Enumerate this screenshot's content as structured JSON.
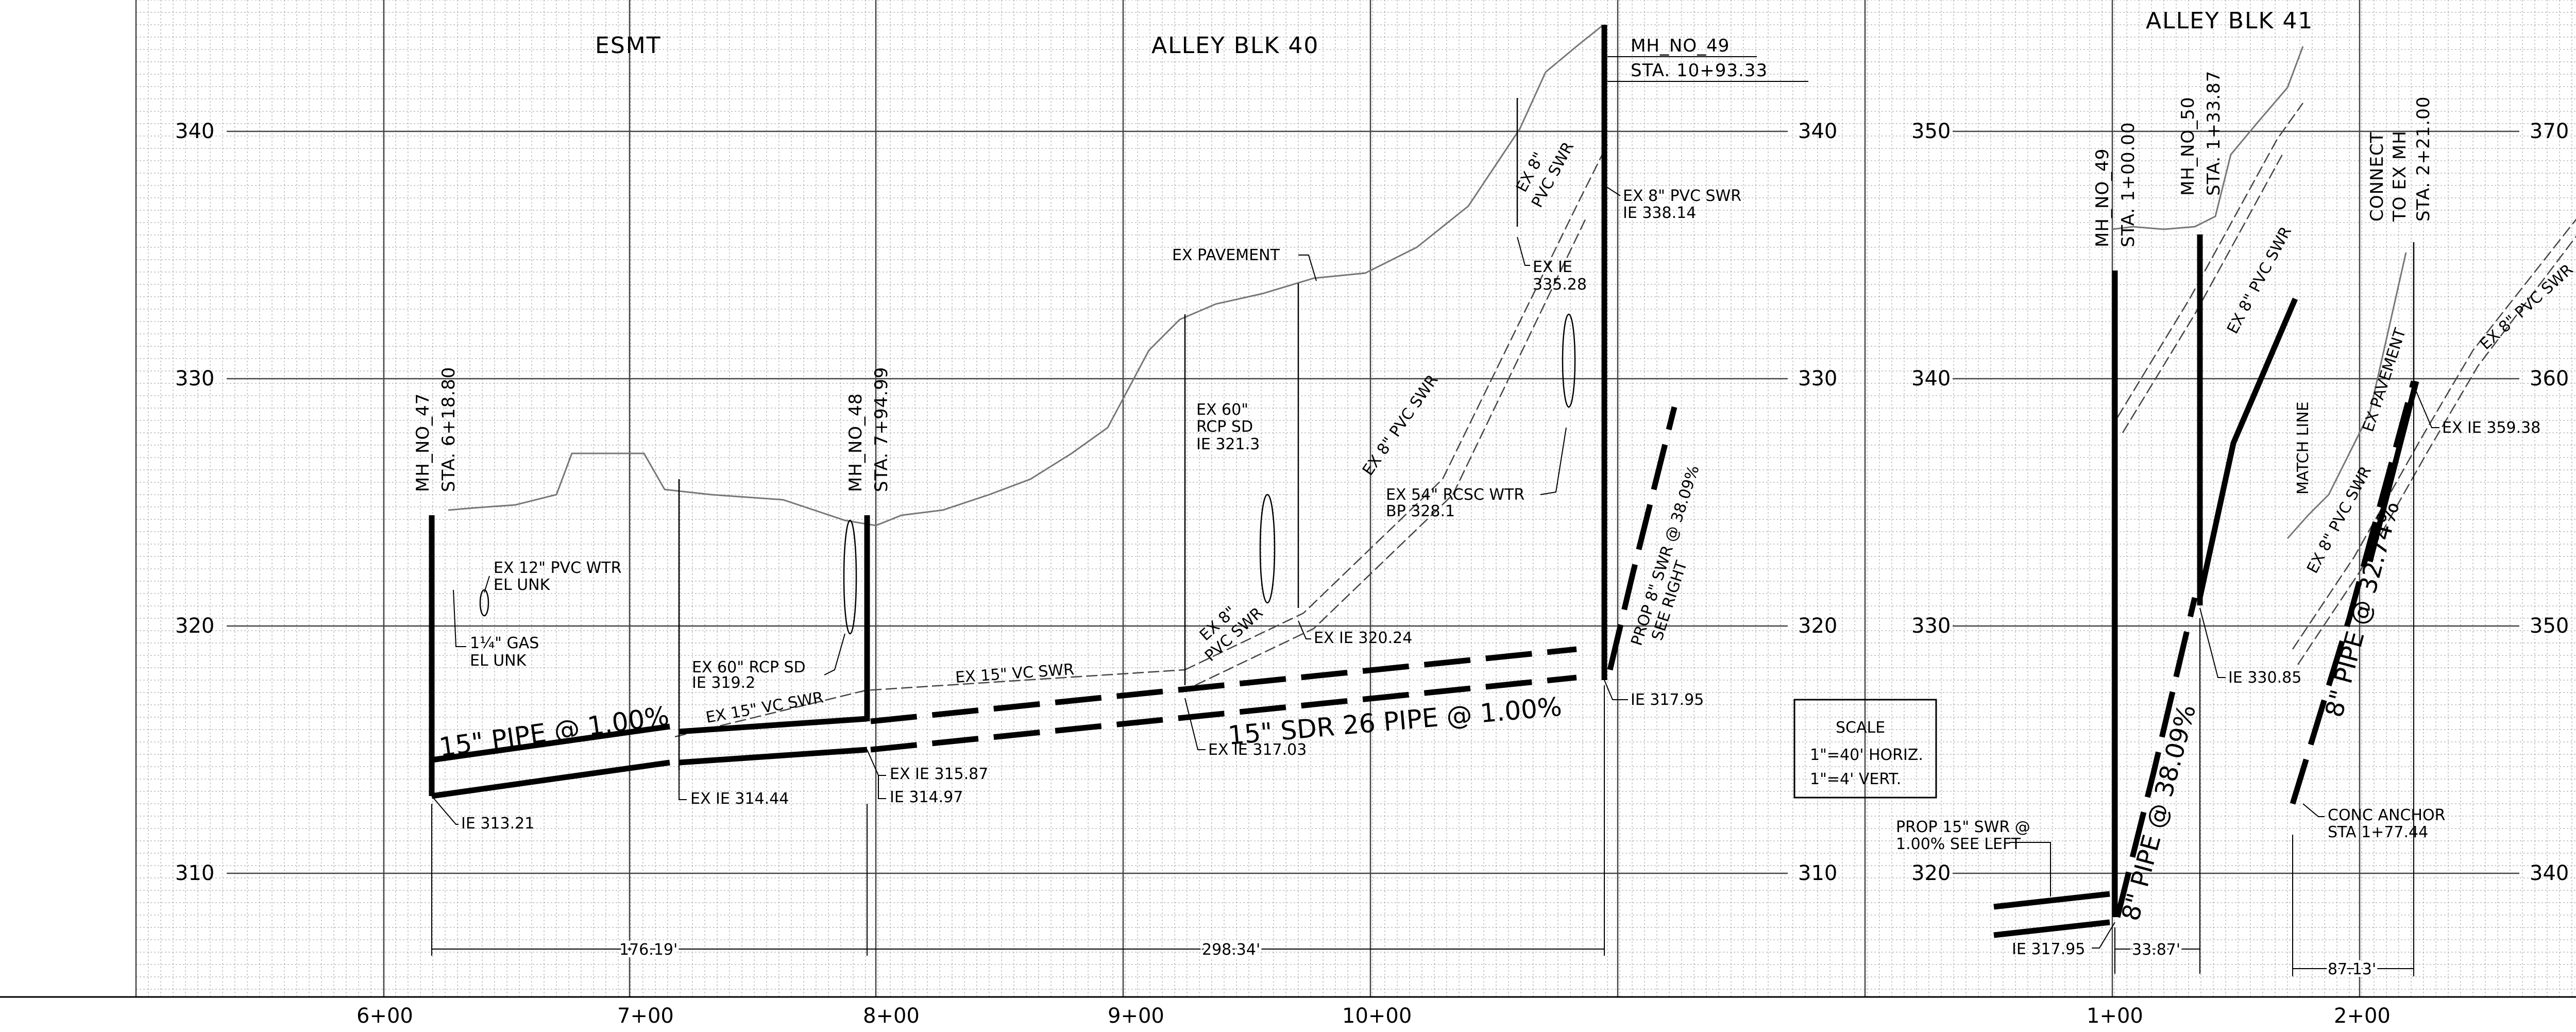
{
  "colors": {
    "background": "#ffffff",
    "linework": "#000000",
    "grid": "#9a9a9a"
  },
  "headers": {
    "esmt": "ESMT",
    "alley_40": "ALLEY BLK 40",
    "alley_41": "ALLEY BLK 41"
  },
  "left_elevations": [
    "340",
    "330",
    "320",
    "310"
  ],
  "mid_elevations_left": [
    "340",
    "330",
    "320",
    "310"
  ],
  "mid_elevations_right": [
    "350",
    "340",
    "330",
    "320"
  ],
  "right_elevations": [
    "370",
    "360",
    "350",
    "340"
  ],
  "stations": [
    "6+00",
    "7+00",
    "8+00",
    "9+00",
    "10+00",
    "1+00",
    "2+00"
  ],
  "manholes": {
    "mh47": {
      "name": "MH_NO_47",
      "sta": "STA. 6+18.80"
    },
    "mh48": {
      "name": "MH_NO_48",
      "sta": "STA. 7+94.99"
    },
    "mh49": {
      "name": "MH_NO_49",
      "sta": "STA. 10+93.33"
    },
    "mh49b": {
      "name": "MH_NO_49",
      "sta": "STA. 1+00.00"
    },
    "mh50": {
      "name": "MH_NO_50",
      "sta": "STA. 1+33.87"
    },
    "connect": {
      "line1": "CONNECT",
      "line2": "TO EX MH",
      "sta": "STA. 2+21.00"
    }
  },
  "labels": {
    "ex_12_pvc_1": "EX 12\" PVC WTR",
    "ex_12_pvc_2": "EL UNK",
    "gas_1": "1¼\" GAS",
    "gas_2": "EL UNK",
    "ex60_left_1": "EX 60\" RCP SD",
    "ex60_left_2": "IE 319.2",
    "ex15_vc_1": "EX 15\" VC SWR",
    "ex15_vc_2": "EX 15\" VC SWR",
    "pipe15_label": "15\" PIPE @ 1.00%",
    "sdr_label": "15\" SDR 26 PIPE @ 1.00%",
    "ie_31321": "IE 313.21",
    "ie_31444": "EX IE 314.44",
    "ie_31587": "EX IE 315.87",
    "ie_31497": "IE 314.97",
    "ie_31703": "EX IE 317.03",
    "ie_32024": "EX IE 320.24",
    "ie_31795": "IE 317.95",
    "ex_pavement": "EX PAVEMENT",
    "ex60_mid_1": "EX 60\"",
    "ex60_mid_2": "RCP SD",
    "ex60_mid_3": "IE 321.3",
    "ex8_pvc_a": "EX 8\"",
    "ex8_pvc_b": "PVC SWR",
    "ex8_pvc_long": "EX 8\" PVC SWR",
    "ex54_1": "EX 54\" RCSC WTR",
    "ex54_2": "BP 328.1",
    "ex8_top_1": "EX 8\"",
    "ex8_top_2": "PVC SWR",
    "ex8_right_1": "EX 8\" PVC SWR",
    "ex8_right_2": "IE 338.14",
    "ex_ie_1": "EX IE",
    "ex_ie_2": "335.28",
    "prop8_1": "PROP 8\" SWR @ 38.09%",
    "prop8_2": "SEE RIGHT",
    "scale_title": "SCALE",
    "scale_h": "1\"=40' HORIZ.",
    "scale_v": "1\"=4' VERT.",
    "prop15_1": "PROP 15\" SWR @",
    "prop15_2": "1.00% SEE LEFT",
    "ie_31795b": "IE 317.95",
    "pipe8_3809": "8\" PIPE @ 38.09%",
    "ie_33085": "IE 330.85",
    "match_line": "MATCH LINE",
    "ex_pavement_2": "EX PAVEMENT",
    "ex8_r1": "EX 8\" PVC SWR",
    "ex8_r2": "EX 8\" PVC SWR",
    "ex8_r3": "EX 8\" PVC SWR",
    "pipe8_3274": "8\" PIPE @ 32.74%",
    "ex_ie_35938": "EX IE 359.38",
    "conc_1": "CONC ANCHOR",
    "conc_2": "STA 1+77.44"
  },
  "dimensions": {
    "d1": "176.19'",
    "d2": "298.34'",
    "d3": "33.87'",
    "d4": "87.13'"
  }
}
